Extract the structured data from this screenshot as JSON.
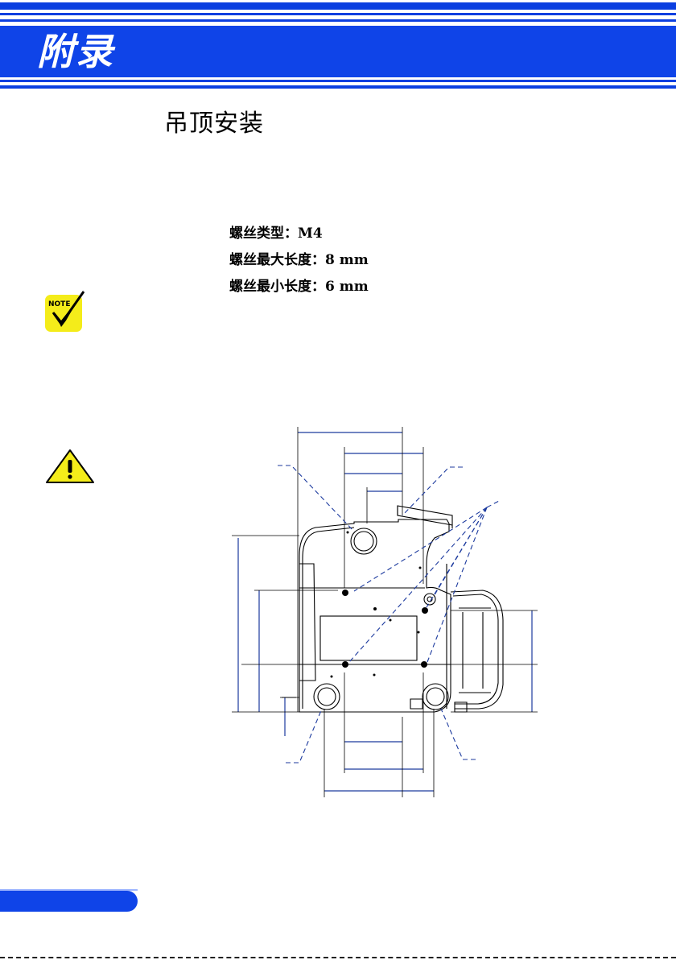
{
  "header": {
    "title": "附录",
    "accent_color": "#0f44e8"
  },
  "section": {
    "title": "吊顶安装"
  },
  "specs": [
    "螺丝类型：M4",
    "螺丝最大长度：8 mm",
    "螺丝最小长度：6 mm"
  ],
  "note_icon": {
    "label": "NOTE",
    "icon": "checkmark-icon"
  },
  "warning_icon": {
    "icon": "warning-triangle-icon"
  },
  "diagram": {
    "description_icon": "projector-bottom-diagram"
  },
  "footer": {
    "tab_color": "#0f44e8"
  }
}
